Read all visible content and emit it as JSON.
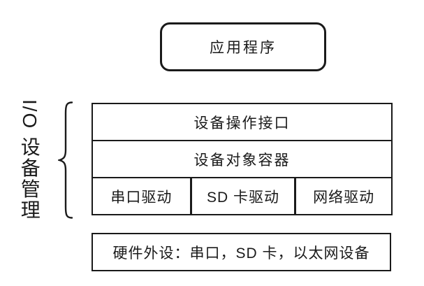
{
  "colors": {
    "line": "#1a1a1a",
    "text": "#1a1a1a",
    "background": "#ffffff"
  },
  "diagram": {
    "application_box": {
      "label": "应用程序"
    },
    "side_label": {
      "text": "I/O 设备管理"
    },
    "io_stack": {
      "rows": [
        "设备操作接口",
        "设备对象容器"
      ],
      "drivers": [
        "串口驱动",
        "SD 卡驱动",
        "网络驱动"
      ]
    },
    "hardware_box": {
      "label": "硬件外设：串口，SD 卡，以太网设备"
    }
  }
}
